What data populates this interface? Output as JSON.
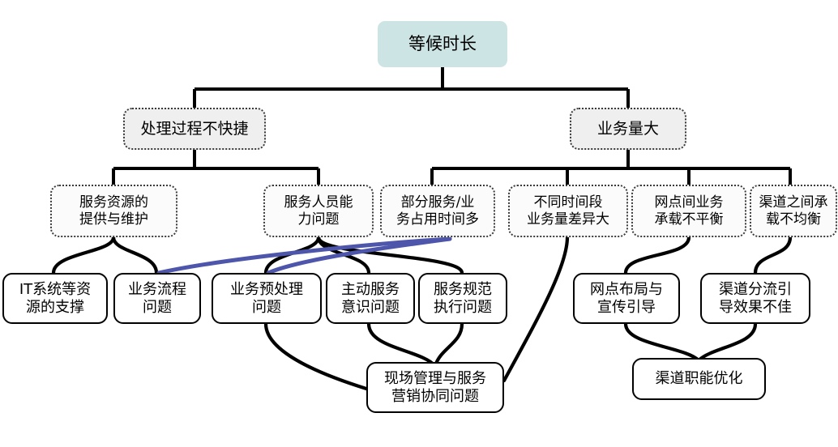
{
  "diagram": {
    "type": "tree",
    "title_node": "等候时长",
    "colors": {
      "root_fill": "#cde4e4",
      "dotted_fill": "#efefef",
      "edge": "#000000",
      "highlight_edge": "#4d56ab"
    },
    "levels": {
      "root": {
        "label": "等候时长"
      },
      "level2": [
        {
          "id": "l2a",
          "label": "处理过程不快捷"
        },
        {
          "id": "l2b",
          "label": "业务量大"
        }
      ],
      "level3": [
        {
          "id": "l3a",
          "label": "服务资源的\n提供与维护"
        },
        {
          "id": "l3b",
          "label": "服务人员能\n力问题"
        },
        {
          "id": "l3c",
          "label": "部分服务/业\n务占用时间多"
        },
        {
          "id": "l3d",
          "label": "不同时间段\n业务量差异大"
        },
        {
          "id": "l3e",
          "label": "网点间业务\n承载不平衡"
        },
        {
          "id": "l3f",
          "label": "渠道之间承\n载不均衡"
        }
      ],
      "level4": [
        {
          "id": "l4a",
          "label": "IT系统等资\n源的支撑"
        },
        {
          "id": "l4b",
          "label": "业务流程\n问题"
        },
        {
          "id": "l4c",
          "label": "业务预处理\n问题"
        },
        {
          "id": "l4d",
          "label": "主动服务\n意识问题"
        },
        {
          "id": "l4e",
          "label": "服务规范\n执行问题"
        },
        {
          "id": "l4f",
          "label": "网点布局与\n宣传引导"
        },
        {
          "id": "l4g",
          "label": "渠道分流引\n导效果不佳"
        }
      ],
      "level5": [
        {
          "id": "l5a",
          "label": "现场管理与服务\n营销协同问题"
        },
        {
          "id": "l5b",
          "label": "渠道职能优化"
        }
      ]
    }
  }
}
